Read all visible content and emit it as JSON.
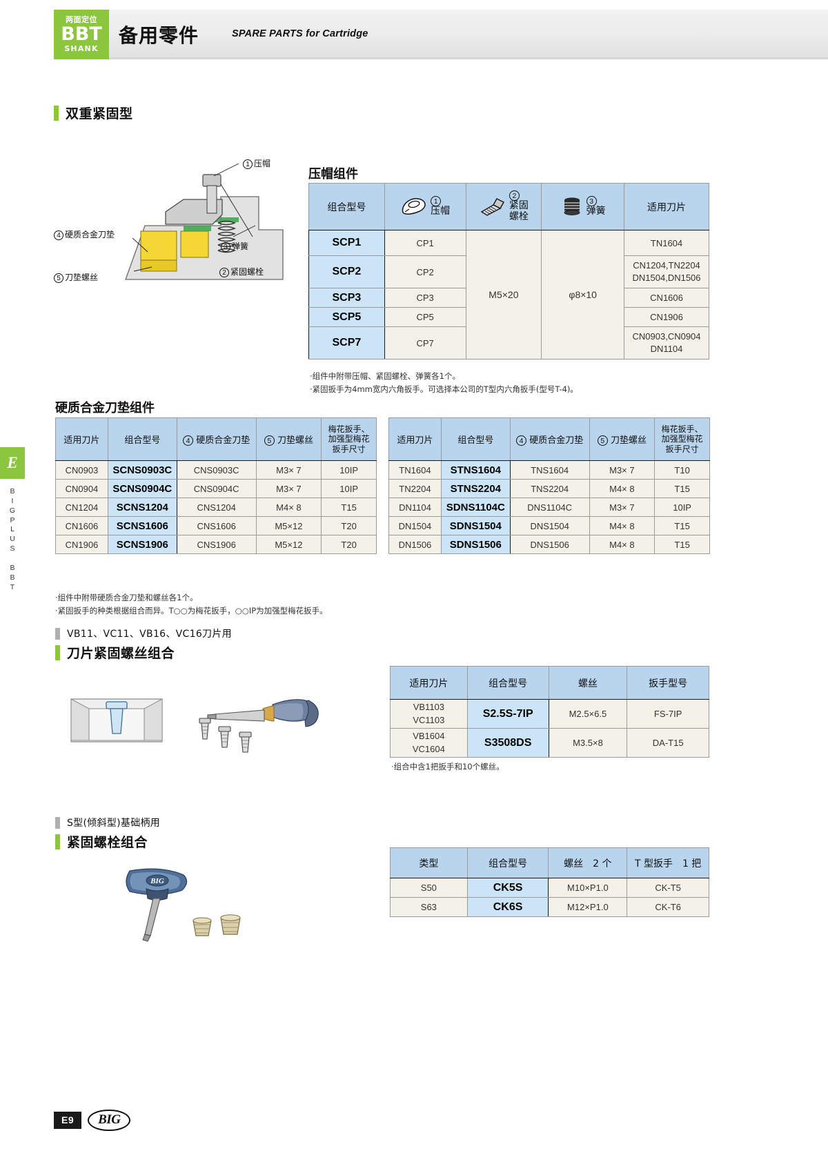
{
  "header": {
    "badge_top": "两面定位",
    "badge_mid": "BBT",
    "badge_bottom": "SHANK",
    "title_cn": "备用零件",
    "title_en": "SPARE PARTS for Cartridge"
  },
  "side": {
    "letter": "E",
    "vertical_text": "BIG PLUS BBT"
  },
  "section1": {
    "heading": "双重紧固型",
    "diagram_labels": [
      {
        "num": "①",
        "text": "压帽"
      },
      {
        "num": "②",
        "text": "紧固螺栓"
      },
      {
        "num": "③",
        "text": "弹簧"
      },
      {
        "num": "④",
        "text": "硬质合金刀垫"
      },
      {
        "num": "⑤",
        "text": "刀垫螺丝"
      }
    ],
    "table_title": "压帽组件",
    "headers": {
      "model": "组合型号",
      "cap": {
        "num": "①",
        "label": "压帽",
        "icon": "clamp-cap-icon"
      },
      "bolt": {
        "num": "②",
        "label1": "紧固",
        "label2": "螺栓",
        "icon": "bolt-icon"
      },
      "spring": {
        "num": "③",
        "label": "弹簧",
        "icon": "spring-icon"
      },
      "insert": "适用刀片"
    },
    "rows": [
      {
        "model": "SCP1",
        "cap": "CP1",
        "insert": "TN1604"
      },
      {
        "model": "SCP2",
        "cap": "CP2",
        "insert": "CN1204,TN2204\nDN1504,DN1506"
      },
      {
        "model": "SCP3",
        "cap": "CP3",
        "insert": "CN1606"
      },
      {
        "model": "SCP5",
        "cap": "CP5",
        "insert": "CN1906"
      },
      {
        "model": "SCP7",
        "cap": "CP7",
        "insert": "CN0903,CN0904\nDN1104"
      }
    ],
    "bolt_value": "M5×20",
    "spring_value": "φ8×10",
    "notes": [
      "·组件中附带压帽、紧固螺栓、弹簧各1个。",
      "·紧固扳手为4mm宽内六角扳手。可选择本公司的T型内六角扳手(型号T-4)。"
    ]
  },
  "section2": {
    "heading": "硬质合金刀垫组件",
    "headers": {
      "insert": "适用刀片",
      "model": "组合型号",
      "shim": {
        "num": "④",
        "label": "硬质合金刀垫"
      },
      "screw": {
        "num": "⑤",
        "label": "刀垫螺丝"
      },
      "wrench_l1": "梅花扳手、",
      "wrench_l2": "加强型梅花",
      "wrench_l3": "扳手尺寸"
    },
    "left_rows": [
      {
        "insert": "CN0903",
        "model": "SCNS0903C",
        "shim": "CNS0903C",
        "screw": "M3× 7",
        "wrench": "10IP"
      },
      {
        "insert": "CN0904",
        "model": "SCNS0904C",
        "shim": "CNS0904C",
        "screw": "M3× 7",
        "wrench": "10IP"
      },
      {
        "insert": "CN1204",
        "model": "SCNS1204",
        "shim": "CNS1204",
        "screw": "M4× 8",
        "wrench": "T15"
      },
      {
        "insert": "CN1606",
        "model": "SCNS1606",
        "shim": "CNS1606",
        "screw": "M5×12",
        "wrench": "T20"
      },
      {
        "insert": "CN1906",
        "model": "SCNS1906",
        "shim": "CNS1906",
        "screw": "M5×12",
        "wrench": "T20"
      }
    ],
    "right_rows": [
      {
        "insert": "TN1604",
        "model": "STNS1604",
        "shim": "TNS1604",
        "screw": "M3× 7",
        "wrench": "T10"
      },
      {
        "insert": "TN2204",
        "model": "STNS2204",
        "shim": "TNS2204",
        "screw": "M4× 8",
        "wrench": "T15"
      },
      {
        "insert": "DN1104",
        "model": "SDNS1104C",
        "shim": "DNS1104C",
        "screw": "M3× 7",
        "wrench": "10IP"
      },
      {
        "insert": "DN1504",
        "model": "SDNS1504",
        "shim": "DNS1504",
        "screw": "M4× 8",
        "wrench": "T15"
      },
      {
        "insert": "DN1506",
        "model": "SDNS1506",
        "shim": "DNS1506",
        "screw": "M4× 8",
        "wrench": "T15"
      }
    ],
    "notes": [
      "·组件中附带硬质合金刀垫和螺丝各1个。",
      "·紧固扳手的种类根据组合而异。T○○为梅花扳手，○○IP为加强型梅花扳手。"
    ]
  },
  "section3": {
    "heading_sub": "VB11、VC11、VB16、VC16刀片用",
    "heading": "刀片紧固螺丝组合",
    "headers": {
      "insert": "适用刀片",
      "model": "组合型号",
      "screw": "螺丝",
      "wrench": "扳手型号"
    },
    "rows": [
      {
        "insert": "VB1103\nVC1103",
        "model": "S2.5S-7IP",
        "screw": "M2.5×6.5",
        "wrench": "FS-7IP"
      },
      {
        "insert": "VB1604\nVC1604",
        "model": "S3508DS",
        "screw": "M3.5×8",
        "wrench": "DA-T15"
      }
    ],
    "note": "·组合中含1把扳手和10个螺丝。"
  },
  "section4": {
    "heading_sub": "S型(倾斜型)基础柄用",
    "heading": "紧固螺栓组合",
    "headers": {
      "type": "类型",
      "model": "组合型号",
      "screw": "螺丝　2 个",
      "wrench": "T 型扳手　1 把"
    },
    "rows": [
      {
        "type": "S50",
        "model": "CK5S",
        "screw": "M10×P1.0",
        "wrench": "CK-T5"
      },
      {
        "type": "S63",
        "model": "CK6S",
        "screw": "M12×P1.0",
        "wrench": "CK-T6"
      }
    ]
  },
  "footer": {
    "page": "E9",
    "logo": "BIG"
  }
}
